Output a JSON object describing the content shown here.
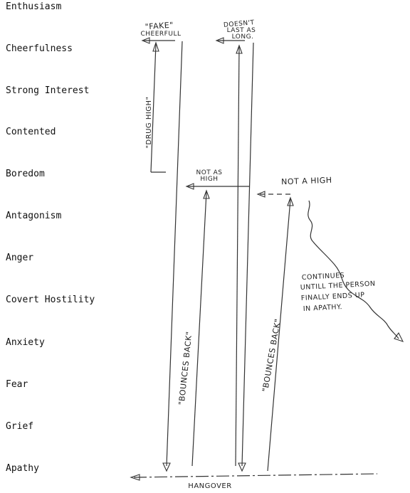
{
  "scale": [
    "Enthusiasm",
    "Cheerfulness",
    "Strong Interest",
    "Contented",
    "Boredom",
    "Antagonism",
    "Anger",
    "Covert Hostility",
    "Anxiety",
    "Fear",
    "Grief",
    "Apathy"
  ],
  "notes": {
    "fake_1": "\"FAKE\"",
    "fake_2": "CHEERFULL",
    "doesnt_1": "DOESN'T",
    "doesnt_2": "LAST AS",
    "doesnt_3": "LONG.",
    "drug_high": "\"DRUG HIGH\"",
    "not_as_1": "NOT AS",
    "not_as_2": "HIGH",
    "not_a_high": "NOT A HIGH",
    "continues_1": "CONTINUES",
    "continues_2": "UNTILL THE PERSON",
    "continues_3": "FINALLY ENDS UP",
    "continues_4": "IN APATHY.",
    "bounces_1": "\"BOUNCES BACK\"",
    "bounces_2": "\"BOUNCES BACK\"",
    "hangover": "HANGOVER"
  }
}
